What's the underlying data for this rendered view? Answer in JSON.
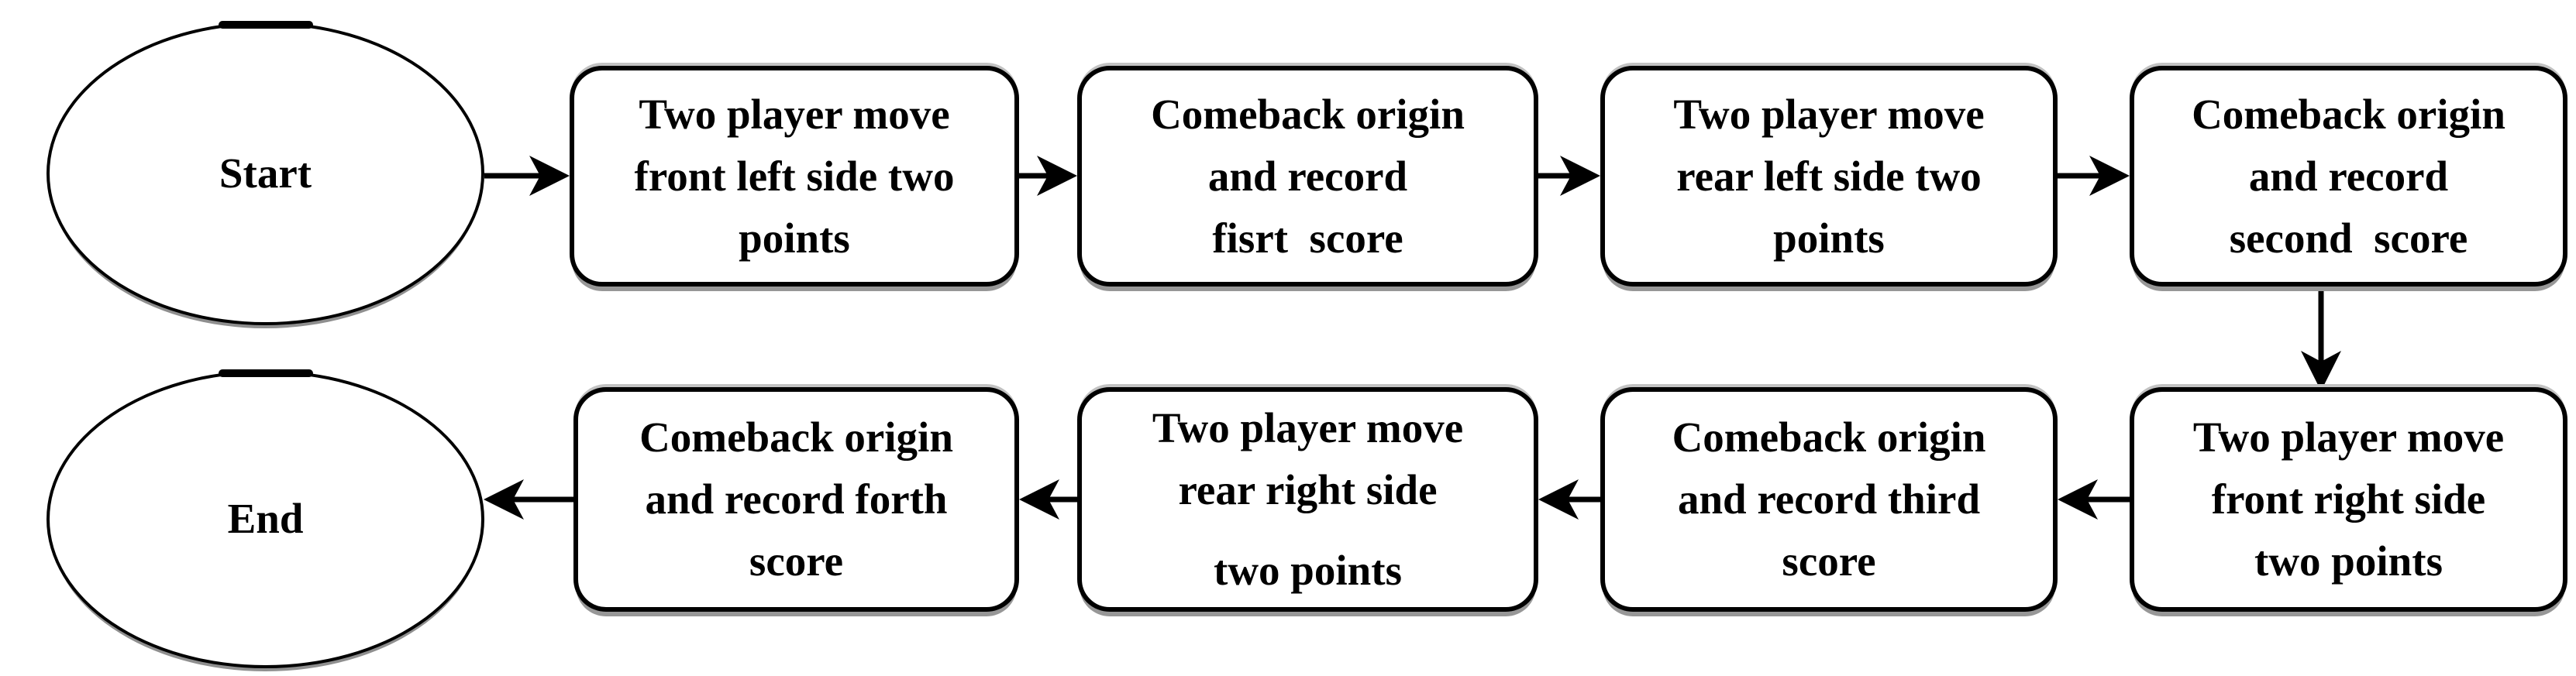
{
  "diagram": {
    "type": "flowchart",
    "background_color": "#ffffff",
    "stroke_color": "#000000",
    "nodes": [
      {
        "id": "start",
        "shape": "ellipse",
        "lines": [
          "Start"
        ]
      },
      {
        "id": "step1",
        "shape": "rounded-rect",
        "lines": [
          "Two player move",
          "front left side two",
          "points"
        ]
      },
      {
        "id": "step2",
        "shape": "rounded-rect",
        "lines": [
          "Comeback origin",
          "and record",
          "fisrt  score"
        ]
      },
      {
        "id": "step3",
        "shape": "rounded-rect",
        "lines": [
          "Two player move",
          "rear left side two",
          "points"
        ]
      },
      {
        "id": "step4",
        "shape": "rounded-rect",
        "lines": [
          "Comeback origin",
          "and record",
          "second  score"
        ]
      },
      {
        "id": "step5",
        "shape": "rounded-rect",
        "lines": [
          "Two player move",
          "front right side",
          "two points"
        ]
      },
      {
        "id": "step6",
        "shape": "rounded-rect",
        "lines": [
          "Comeback origin",
          "and record third",
          "score"
        ]
      },
      {
        "id": "step7",
        "shape": "rounded-rect",
        "lines": [
          "Two player move",
          "rear right side",
          "two points"
        ]
      },
      {
        "id": "step8",
        "shape": "rounded-rect",
        "lines": [
          "Comeback origin",
          "and record forth",
          "score"
        ]
      },
      {
        "id": "end",
        "shape": "ellipse",
        "lines": [
          "End"
        ]
      }
    ],
    "edges": [
      {
        "from": "start",
        "to": "step1",
        "direction": "right"
      },
      {
        "from": "step1",
        "to": "step2",
        "direction": "right"
      },
      {
        "from": "step2",
        "to": "step3",
        "direction": "right"
      },
      {
        "from": "step3",
        "to": "step4",
        "direction": "right"
      },
      {
        "from": "step4",
        "to": "step5",
        "direction": "down"
      },
      {
        "from": "step5",
        "to": "step6",
        "direction": "left"
      },
      {
        "from": "step6",
        "to": "step7",
        "direction": "left"
      },
      {
        "from": "step7",
        "to": "step8",
        "direction": "left"
      },
      {
        "from": "step8",
        "to": "end",
        "direction": "left"
      }
    ]
  }
}
